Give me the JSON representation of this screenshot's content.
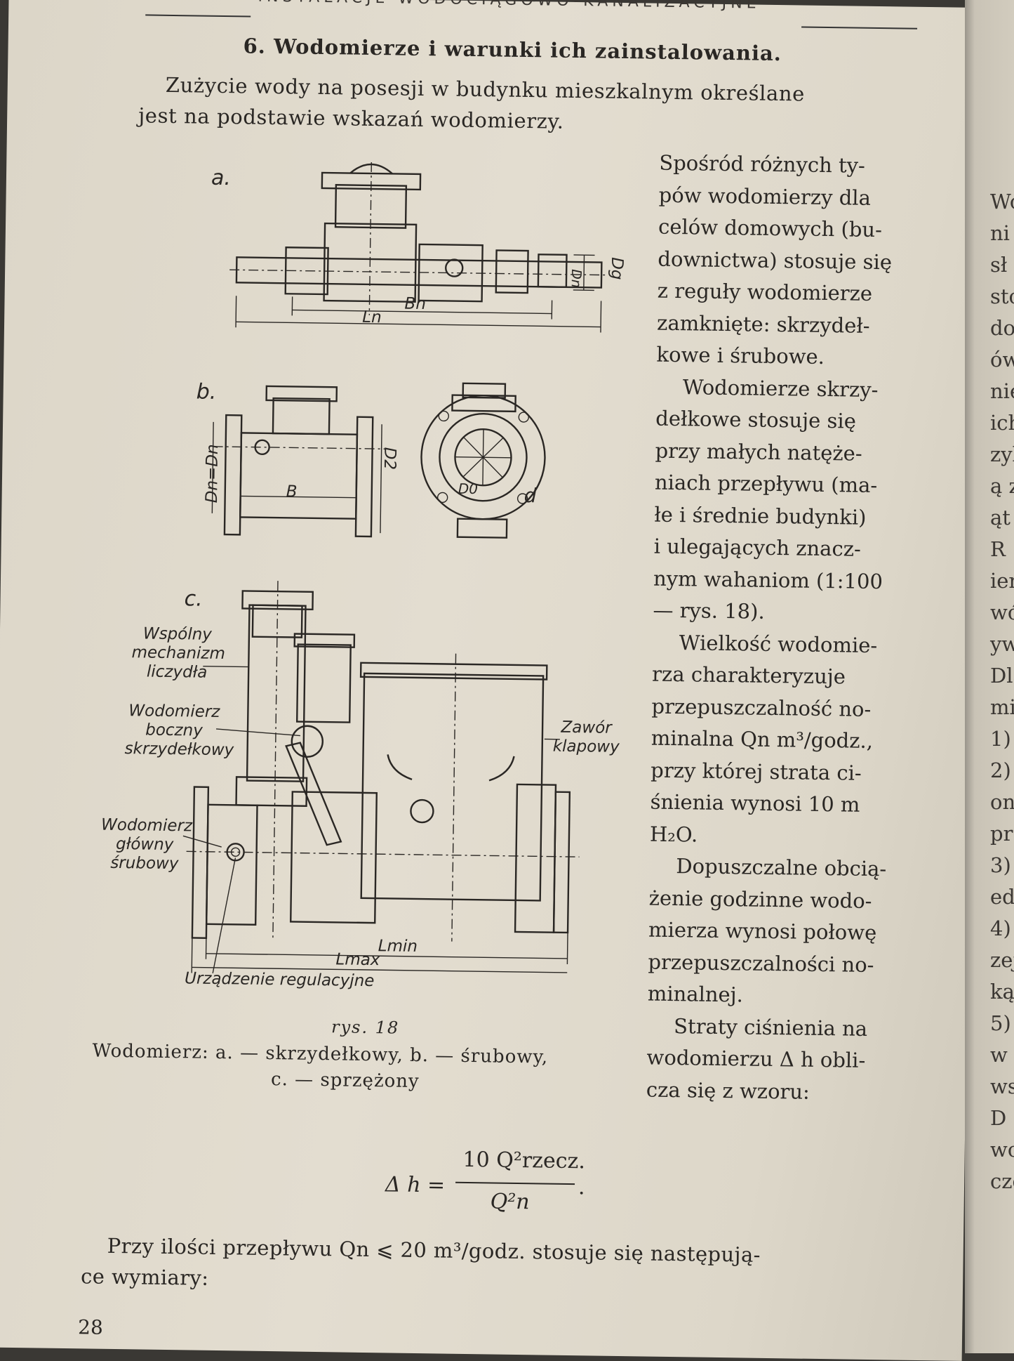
{
  "running_head": "INSTALACJE WODOCIĄGOWO-KANALIZACYJNE",
  "section_title": "6.  Wodomierze i warunki ich zainstalowania.",
  "intro": [
    "Zużycie wody na posesji w budynku mieszkalnym określane",
    "jest na podstawie wskazań wodomierzy."
  ],
  "right_column": [
    "Spośród różnych ty-",
    "pów wodomierzy dla",
    "celów domowych (bu-",
    "downictwa) stosuje się",
    "z reguły wodomierze",
    "zamknięte: skrzydeł-",
    "kowe i śrubowe.",
    "Wodomierze skrzy-",
    "dełkowe stosuje się",
    "przy małych natęże-",
    "niach przepływu (ma-",
    "łe i średnie budynki)",
    "i ulegających znacz-",
    "nym wahaniom (1:100",
    "— rys. 18).",
    "Wielkość wodomie-",
    "rza charakteryzuje",
    "przepuszczalność no-",
    "minalna Qn m³/godz.,",
    "przy której strata ci-",
    "śnienia wynosi 10 m",
    "H₂O.",
    "Dopuszczalne obcią-",
    "żenie godzinne wodo-",
    "mierza wynosi połowę",
    "przepuszczalności no-",
    "minalnej.",
    "Straty ciśnienia na",
    "wodomierzu Δ h obli-",
    "cza się z wzoru:"
  ],
  "figure": {
    "letters": {
      "a": "a.",
      "b": "b.",
      "c": "c."
    },
    "dims": {
      "dg": "Dg",
      "dn": "Dn",
      "bn": "Bn",
      "ln": "Ln",
      "dn_eq": "Dn=Dn",
      "b": "B",
      "d2": "D2",
      "d": "d",
      "d0": "D0",
      "lmin": "Lmin",
      "lmax": "Lmax"
    },
    "labels": {
      "common": "Wspólny mechanizm liczydła",
      "side": "Wodomierz boczny skrzydełkowy",
      "valve": "Zawór klapowy",
      "main": "Wodomierz główny śrubowy",
      "regulator": "Urządzenie regulacyjne"
    }
  },
  "caption": {
    "label": "rys. 18",
    "line1": "Wodomierz: a. — skrzydełkowy, b. — śrubowy,",
    "line2": "c. — sprzężony"
  },
  "formula": {
    "lhs": "Δ h =",
    "numerator": "10 Q²rzecz.",
    "denominator": "Q²n",
    "end": "."
  },
  "bottom_text": [
    "Przy ilości przepływu Qn ⩽ 20 m³/godz. stosuje się następują-",
    "ce wymiary:"
  ],
  "page_number": "28",
  "next_page_fragments": [
    "Wo",
    "ni",
    "sł",
    "sto",
    "do",
    "ów",
    "nie",
    "ich",
    "zyl",
    "ą z",
    "ąt",
    "R",
    "ien",
    "wó",
    "yw",
    "Dla",
    "mi",
    "1)",
    "2)",
    "ond",
    "pr",
    "3)",
    "ed:",
    "4)",
    "zej",
    "ką",
    "5)",
    "w ta",
    "wsk",
    "D",
    "wod",
    "czer"
  ]
}
